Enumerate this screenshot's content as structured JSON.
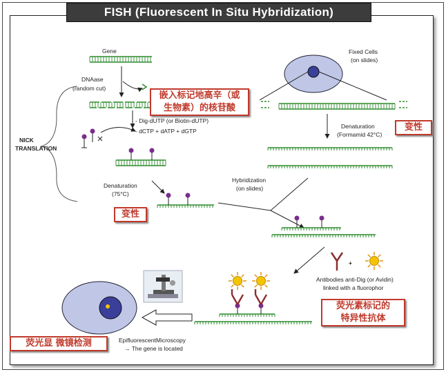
{
  "title": "FISH  (Fluorescent In Situ Hybridization)",
  "labels": {
    "gene": "Gene",
    "dnase": "DNAase",
    "random_cut": "(random cut)",
    "dig_dutp": "- Dig-dUTP (or Biotin-dUTP)",
    "dntps": "- dCTP + dATP + dGTP",
    "nick_translation_1": "NICK",
    "nick_translation_2": "TRANSLATION",
    "denaturation_75_1": "Denaturation",
    "denaturation_75_2": "(75°C)",
    "fixed_cells_1": "Fixed Cells",
    "fixed_cells_2": "(on slides)",
    "denaturation_42_1": "Denaturation",
    "denaturation_42_2": "(Formamid 42°C)",
    "hybridization_1": "Hybridization",
    "hybridization_2": "(on slides)",
    "antibodies_1": "Antibodies anti-Dig (or Avidin)",
    "antibodies_2": "linked with a fluorophor",
    "plus": "+",
    "microscopy_1": "EpifluorescentMicroscopy",
    "microscopy_2": "→ The gene is located"
  },
  "annotations": {
    "labeled_nucleotide_1": "嵌入标记地高辛（或",
    "labeled_nucleotide_2": "生物素）的核苷酸",
    "denature_right": "变性",
    "denature_left": "变性",
    "antibody_1": "荧光素标记的",
    "antibody_2": "特异性抗体",
    "microscope": "荧光显 微镜检测"
  },
  "colors": {
    "dna": "#2e8b2e",
    "probe": "#7a2d8c",
    "fluor": "#f5c400",
    "antibody": "#8b2e2e",
    "cell": "#bfc6e6",
    "nucleus": "#3a3f9a",
    "annotation": "#c0392b"
  }
}
